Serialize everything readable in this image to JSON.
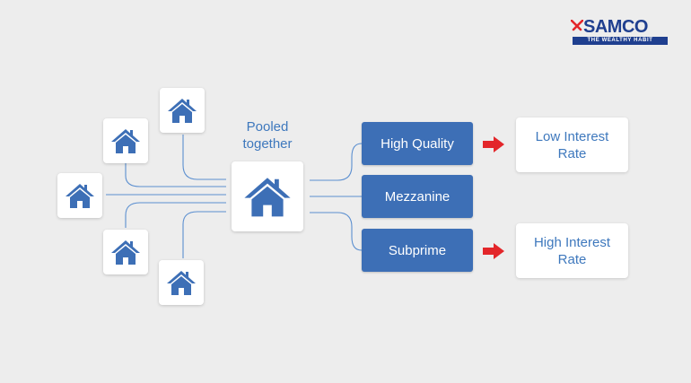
{
  "brand": {
    "name": "SAMCO",
    "tagline": "THE WEALTHY HABIT",
    "colors": {
      "navy": "#1f3f8f",
      "red": "#e3262a"
    }
  },
  "diagram": {
    "pool": {
      "label_line1": "Pooled",
      "label_line2": "together",
      "icon": "house-icon"
    },
    "source_houses_icon": "house-icon",
    "tranches": [
      {
        "label": "High Quality"
      },
      {
        "label": "Mezzanine"
      },
      {
        "label": "Subprime"
      }
    ],
    "outcomes": [
      {
        "line1": "Low Interest",
        "line2": "Rate"
      },
      {
        "line1": "High Interest",
        "line2": "Rate"
      }
    ],
    "colors": {
      "background": "#ededed",
      "accent_blue": "#3d6fb6",
      "text_blue": "#3e78bd",
      "connector": "#5b8fd0",
      "arrow_red": "#e3262a"
    }
  }
}
